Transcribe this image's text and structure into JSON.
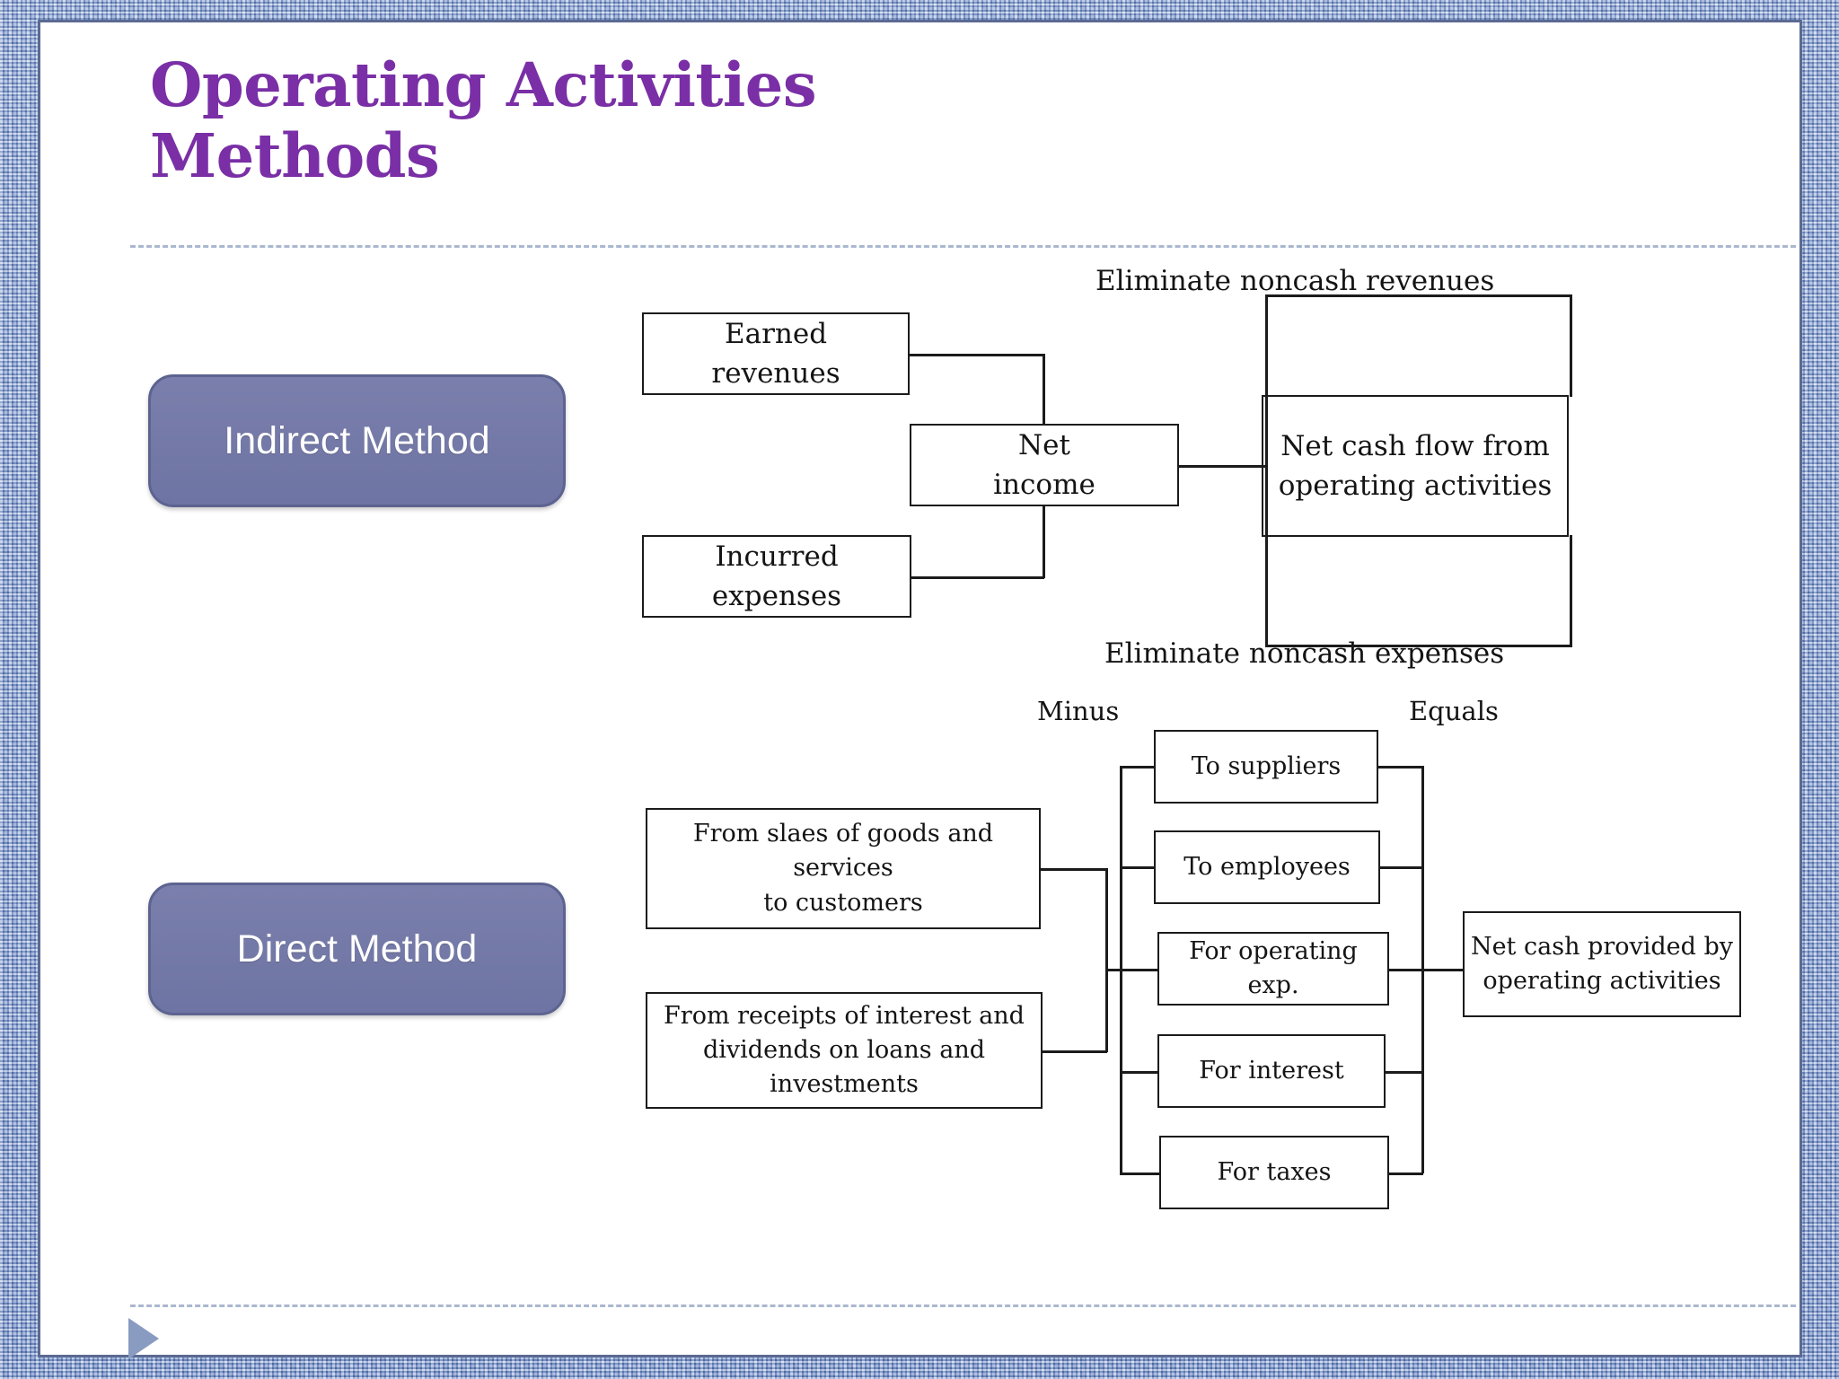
{
  "slide": {
    "title": "Operating Activities\nMethods",
    "title_color": "#7A2FA6",
    "accent_color": "#6e74a3",
    "frame_color": "#7d9ad2",
    "nav_marker": "play-triangle"
  },
  "methods": [
    {
      "id": "indirect",
      "label": "Indirect Method"
    },
    {
      "id": "direct",
      "label": "Direct Method"
    }
  ],
  "diagrams": [
    {
      "id": "indirect-method-diagram",
      "method": "Indirect Method",
      "boxes": [
        {
          "id": "earned-revenues",
          "text": "Earned\nrevenues"
        },
        {
          "id": "incurred-expenses",
          "text": "Incurred\nexpenses"
        },
        {
          "id": "net-income",
          "text": "Net\nincome"
        },
        {
          "id": "net-cash-flow",
          "text": "Net cash flow from\noperating activities"
        }
      ],
      "labels": [
        {
          "id": "eliminate-noncash-revenues",
          "text": "Eliminate noncash revenues"
        },
        {
          "id": "eliminate-noncash-expenses",
          "text": "Eliminate noncash expenses"
        }
      ]
    },
    {
      "id": "direct-method-diagram",
      "method": "Direct Method",
      "boxes": [
        {
          "id": "from-sales",
          "text": "From slaes of goods and services\nto customers"
        },
        {
          "id": "from-receipts",
          "text": "From receipts of interest and\ndividends on loans and\ninvestments"
        },
        {
          "id": "to-suppliers",
          "text": "To suppliers"
        },
        {
          "id": "to-employees",
          "text": "To employees"
        },
        {
          "id": "for-operating-exp",
          "text": "For operating exp."
        },
        {
          "id": "for-interest",
          "text": "For interest"
        },
        {
          "id": "for-taxes",
          "text": "For taxes"
        },
        {
          "id": "net-cash-provided",
          "text": "Net cash provided by\noperating activities"
        }
      ],
      "labels": [
        {
          "id": "minus",
          "text": "Minus"
        },
        {
          "id": "equals",
          "text": "Equals"
        }
      ]
    }
  ]
}
